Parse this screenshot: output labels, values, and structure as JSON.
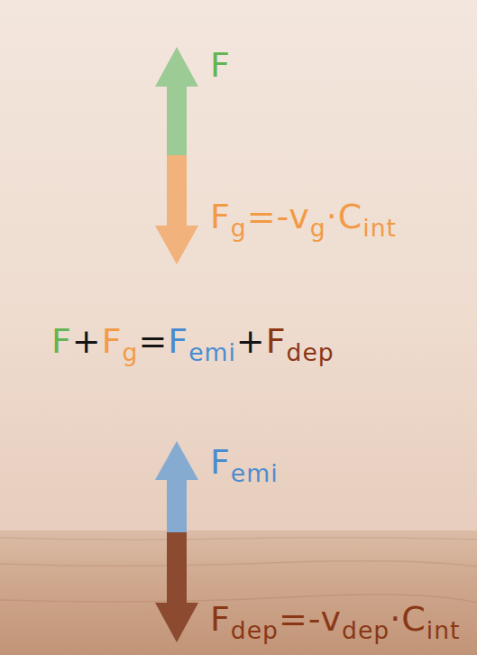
{
  "diagram": {
    "labels": [
      "F",
      "Fg=-vg·Cint",
      "F+Fg=Femi+Fdep",
      "Femi",
      "Fdep=-vdep·Cint"
    ]
  }
}
